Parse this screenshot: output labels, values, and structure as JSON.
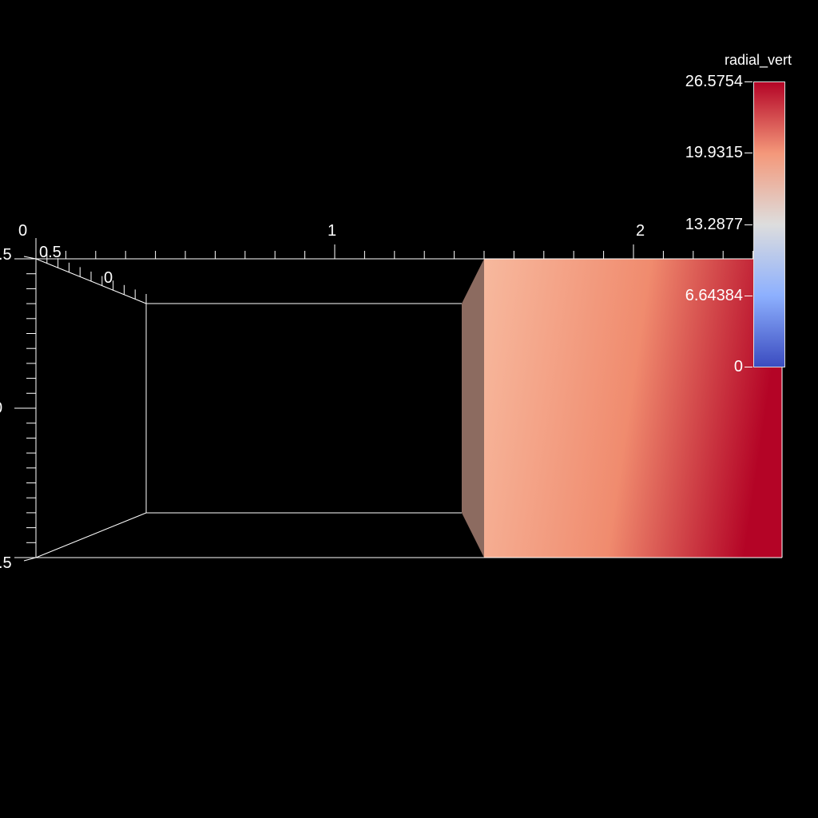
{
  "scalar_bar": {
    "title": "radial_vert",
    "labels": [
      "26.5754",
      "19.9315",
      "13.2877",
      "6.64384",
      "0"
    ],
    "colors": [
      "#b40426",
      "#f7b89c",
      "#dddddd",
      "#8db0fe",
      "#3b4cc0"
    ]
  },
  "axes": {
    "x_labels": [
      "0",
      "1",
      "2"
    ],
    "z_labels": [
      "0.5",
      "0"
    ],
    "y_labels": [
      ".5",
      "0",
      ".5"
    ]
  },
  "surface": {
    "gradient_colors": [
      "#f7b99e",
      "#f08b6e",
      "#b40426"
    ],
    "side_color": "#8c6b60"
  }
}
